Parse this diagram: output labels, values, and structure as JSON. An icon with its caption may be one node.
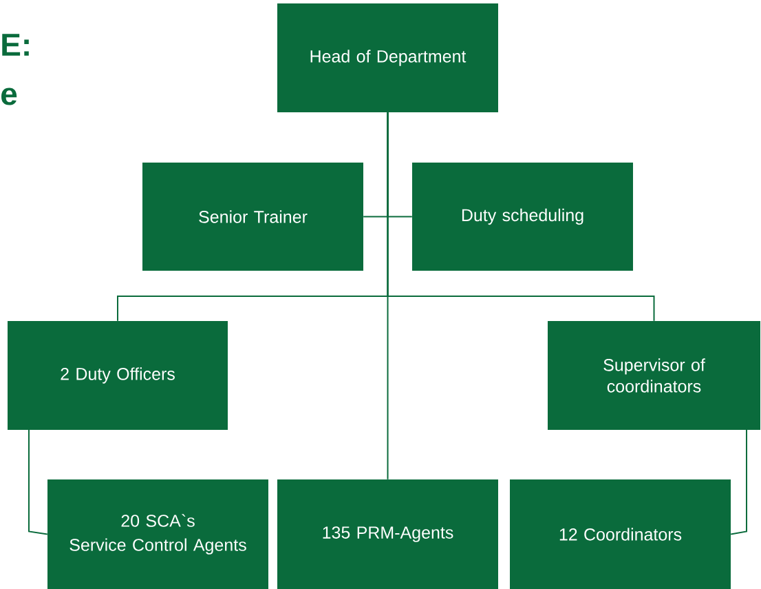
{
  "diagram": {
    "nodes": [
      {
        "text": [
          "Head of Department"
        ]
      },
      {
        "text": [
          "Senior Trainer"
        ]
      },
      {
        "text": [
          "Duty scheduling"
        ]
      },
      {
        "text": [
          "2 Duty Officers"
        ]
      },
      {
        "text": [
          "Supervisor of coordinators"
        ]
      },
      {
        "text": [
          "20 SCA`s",
          "Service Control Agents"
        ]
      },
      {
        "text": [
          "135 PRM-Agents"
        ]
      },
      {
        "text": [
          "12 Coordinators"
        ]
      }
    ],
    "edges": [
      {
        "from": 0,
        "to": 1,
        "arrow": "none"
      },
      {
        "from": 0,
        "to": 2,
        "arrow": "none"
      },
      {
        "from": 0,
        "to": 3,
        "arrow": "none"
      },
      {
        "from": 0,
        "to": 4,
        "arrow": "none"
      },
      {
        "from": 0,
        "to": 6,
        "arrow": "none"
      },
      {
        "from": 3,
        "to": 5,
        "arrow": "none"
      },
      {
        "from": 4,
        "to": 7,
        "arrow": "none"
      }
    ],
    "labels": [
      "E:",
      "e"
    ]
  }
}
